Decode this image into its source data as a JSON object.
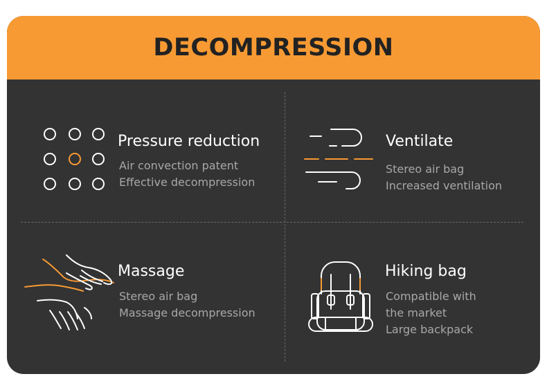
{
  "header": {
    "title": "DECOMPRESSION"
  },
  "colors": {
    "accent": "#f79a33",
    "panel": "#333333",
    "title_text": "#ffffff",
    "desc_text": "#a8a8a8"
  },
  "features": [
    {
      "icon": "dot-grid-icon",
      "title": "Pressure reduction",
      "lines": [
        "Air convection patent",
        "Effective decompression"
      ]
    },
    {
      "icon": "airflow-icon",
      "title": "Ventilate",
      "lines": [
        "Stereo air bag",
        "Increased ventilation"
      ]
    },
    {
      "icon": "hands-massage-icon",
      "title": "Massage",
      "lines": [
        "Stereo air bag",
        "Massage decompression"
      ]
    },
    {
      "icon": "backpack-icon",
      "title": "Hiking bag",
      "lines": [
        "Compatible with",
        "the market",
        "Large backpack"
      ]
    }
  ]
}
